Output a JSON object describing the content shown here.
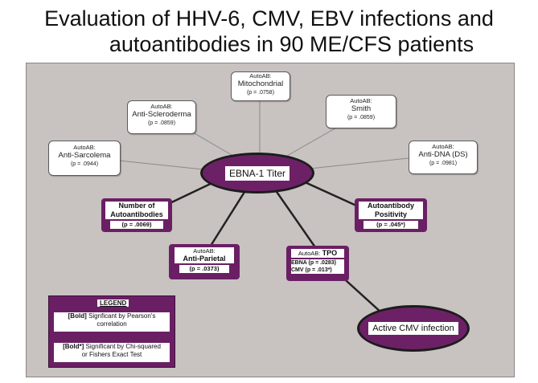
{
  "title": {
    "line1": "Evaluation of HHV-6, CMV, EBV infections and",
    "line2": "autoantibodies in 90 ME/CFS patients"
  },
  "center": {
    "label": "EBNA-1 Titer"
  },
  "autoab_boxes": [
    {
      "prefix": "AutoAB:",
      "name": "Mitochondrial",
      "p": "(p = .0758)"
    },
    {
      "prefix": "AutoAB:",
      "name": "Anti-Scleroderma",
      "p": "(p = .0859)"
    },
    {
      "prefix": "AutoAB:",
      "name": "Smith",
      "p": "(p = .0859)"
    },
    {
      "prefix": "AutoAB:",
      "name": "Anti-Sarcolema",
      "p": "(p = .0944)"
    },
    {
      "prefix": "AutoAB:",
      "name": "Anti-DNA (DS)",
      "p": "(p = .0981)"
    }
  ],
  "significant_boxes": {
    "number": {
      "label1": "Number of",
      "label2": "Autoantibodies",
      "p": "(p = .0069)"
    },
    "positivity": {
      "label1": "Autoantibody",
      "label2": "Positivity",
      "p": "(p = .045*)"
    },
    "parietal": {
      "prefix": "AutoAB:",
      "label": "Anti-Parietal",
      "p": "(p = .0373)"
    },
    "tpo": {
      "prefix": "AutoAB:",
      "label": "TPO",
      "line1": "EBNA (p = .0283)",
      "line2": "CMV (p = .013*)"
    }
  },
  "cmv": {
    "label": "Active CMV infection"
  },
  "legend": {
    "title": "LEGEND",
    "bold_tag": "[Bold]",
    "bold_text1": "Signficant by Pearson's",
    "bold_text2": "correlation",
    "star_tag": "[Bold*]",
    "star_text1": "Significant by Chi-squared",
    "star_text2": "or Fishers Exact Test"
  },
  "colors": {
    "purple": "#6a1f64",
    "panel": "#c8c2c0"
  }
}
